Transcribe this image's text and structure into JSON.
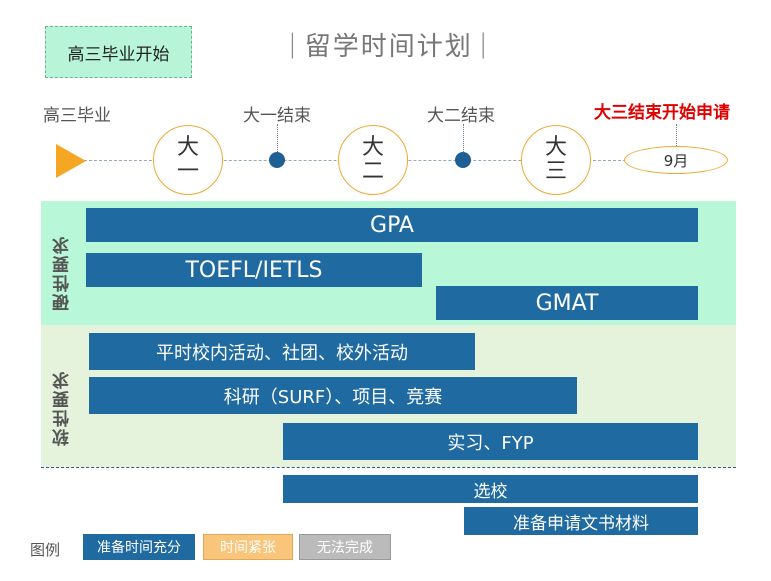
{
  "start_box": "高三毕业开始",
  "title": "留学时间计划",
  "title_bar": "|",
  "timeline": {
    "start_label": "高三毕业",
    "end_year1_label": "大一结束",
    "end_year2_label": "大二结束",
    "apply_label": "大三结束开始申请",
    "apply_month": "9月",
    "circles": [
      {
        "line1": "大",
        "line2": "一"
      },
      {
        "line1": "大",
        "line2": "二"
      },
      {
        "line1": "大",
        "line2": "三"
      }
    ]
  },
  "hard_requirements": {
    "label": "硬性要求",
    "bars": [
      "GPA",
      "TOEFL/IETLS",
      "GMAT"
    ]
  },
  "soft_requirements": {
    "label": "软性要求",
    "bars": [
      "平时校内活动、社团、校外活动",
      "科研（SURF）、项目、竞赛",
      "实习、FYP"
    ]
  },
  "application_tasks": [
    "选校",
    "准备申请文书材料"
  ],
  "legend": {
    "title": "图例",
    "items": [
      "准备时间充分",
      "时间紧张",
      "无法完成"
    ]
  },
  "colors": {
    "bar_blue": "#1f6aa0",
    "circle_orange": "#f0a830",
    "hard_band": "#b8f8d8",
    "soft_band": "#e6f3dc",
    "apply_red": "#e00000"
  }
}
